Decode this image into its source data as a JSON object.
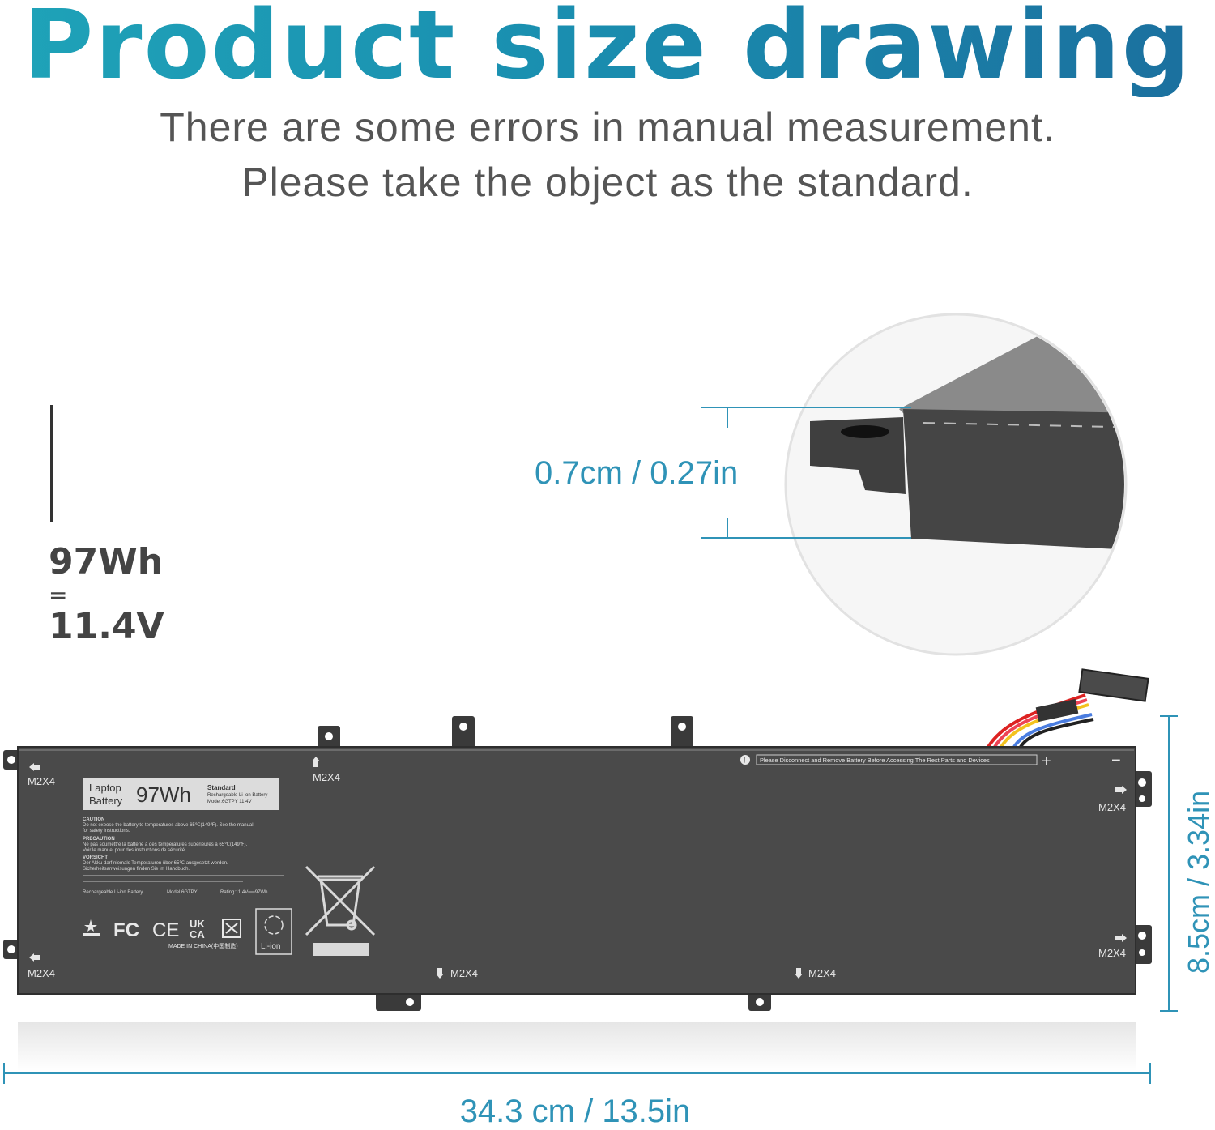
{
  "header": {
    "title": "Product size drawing",
    "subtitle_line1": "There are some errors in manual measurement.",
    "subtitle_line2": "Please take the object as the standard."
  },
  "specs": {
    "capacity": "97Wh",
    "equals": "=",
    "voltage": "11.4V"
  },
  "dimensions": {
    "thickness": "0.7cm / 0.27in",
    "width": "34.3 cm / 13.5in",
    "height": "8.5cm / 3.34in"
  },
  "battery_label": {
    "type_line1": "Laptop",
    "type_line2": "Battery",
    "capacity": "97Wh",
    "standard": "Standard",
    "chem": "Rechargeable Li-ion Battery",
    "model_rating": "Model:6GTPY  11.4V",
    "caution_title": "CAUTION",
    "caution_text1": "Do not expose the battery to temperatures above 65℃(149℉). See the manual",
    "caution_text2": "for safety instructions.",
    "precaution_title": "PRECAUTION",
    "precaution_text1": "Ne pas soumettre la batterie à des temperatures superieures à 65℃(149℉).",
    "precaution_text2": "Voir le manuel pour des instructions de sécurité.",
    "vorsicht_title": "VORSICHT",
    "vorsicht_text1": "Der Akku darf niemals Temperaturen über 65℃ ausgesetzt werden.",
    "vorsicht_text2": "Sicherheitsanweisungen finden Sie im Handbuch.",
    "footer_left": "Rechargeable Li-ion Battery",
    "footer_model": "Model:6GTPY",
    "footer_rating": "Rating:11.4V══97Wh",
    "made_in": "MADE IN CHINA(中国制造)",
    "liion": "Li-ion",
    "warning": "Please Disconnect and Remove Battery Before Accessing The Rest Parts and Devices",
    "plus": "+",
    "minus": "−",
    "fcc": "FC",
    "ce": "CE",
    "ukca_top": "UK",
    "ukca_bottom": "CA"
  },
  "screw_labels": {
    "top_left": "M2X4",
    "top_mid": "M2X4",
    "right_upper": "M2X4",
    "right_lower": "M2X4",
    "bottom_left": "M2X4",
    "bottom_mid1": "M2X4",
    "bottom_mid2": "M2X4"
  },
  "colors": {
    "accent": "#2f93b7",
    "battery_body": "#4a4a4a",
    "title_gradient_start": "#1fa3b8",
    "title_gradient_end": "#1b6f9e"
  }
}
